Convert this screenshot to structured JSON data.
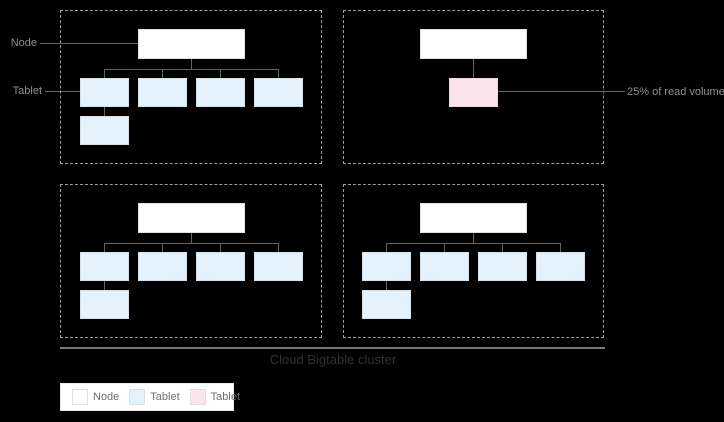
{
  "annotations": {
    "node": "Node",
    "tablet": "Tablet",
    "read_volume": "25% of read volume"
  },
  "caption": "Cloud Bigtable cluster",
  "legend": {
    "items": [
      {
        "label": "Node",
        "color": "#ffffff"
      },
      {
        "label": "Tablet",
        "color": "#e3f2fd"
      },
      {
        "label": "Tablet",
        "color": "#fce4ec"
      }
    ]
  },
  "panels": [
    {
      "position": "top-left",
      "nodes": 1,
      "tablets": 5,
      "hot_tablets": 0
    },
    {
      "position": "top-right",
      "nodes": 1,
      "tablets": 0,
      "hot_tablets": 1
    },
    {
      "position": "bottom-left",
      "nodes": 1,
      "tablets": 5,
      "hot_tablets": 0
    },
    {
      "position": "bottom-right",
      "nodes": 1,
      "tablets": 5,
      "hot_tablets": 0
    }
  ],
  "colors": {
    "background": "#000000",
    "node_fill": "#ffffff",
    "tablet_fill": "#e3f2fd",
    "hot_tablet_fill": "#fce4ec",
    "connector_line": "#5f6368",
    "dashed_border": "#9e9e9e",
    "caption_text": "#303134",
    "annotation_text": "#8a8f94",
    "legend_text": "#6b6f73"
  }
}
